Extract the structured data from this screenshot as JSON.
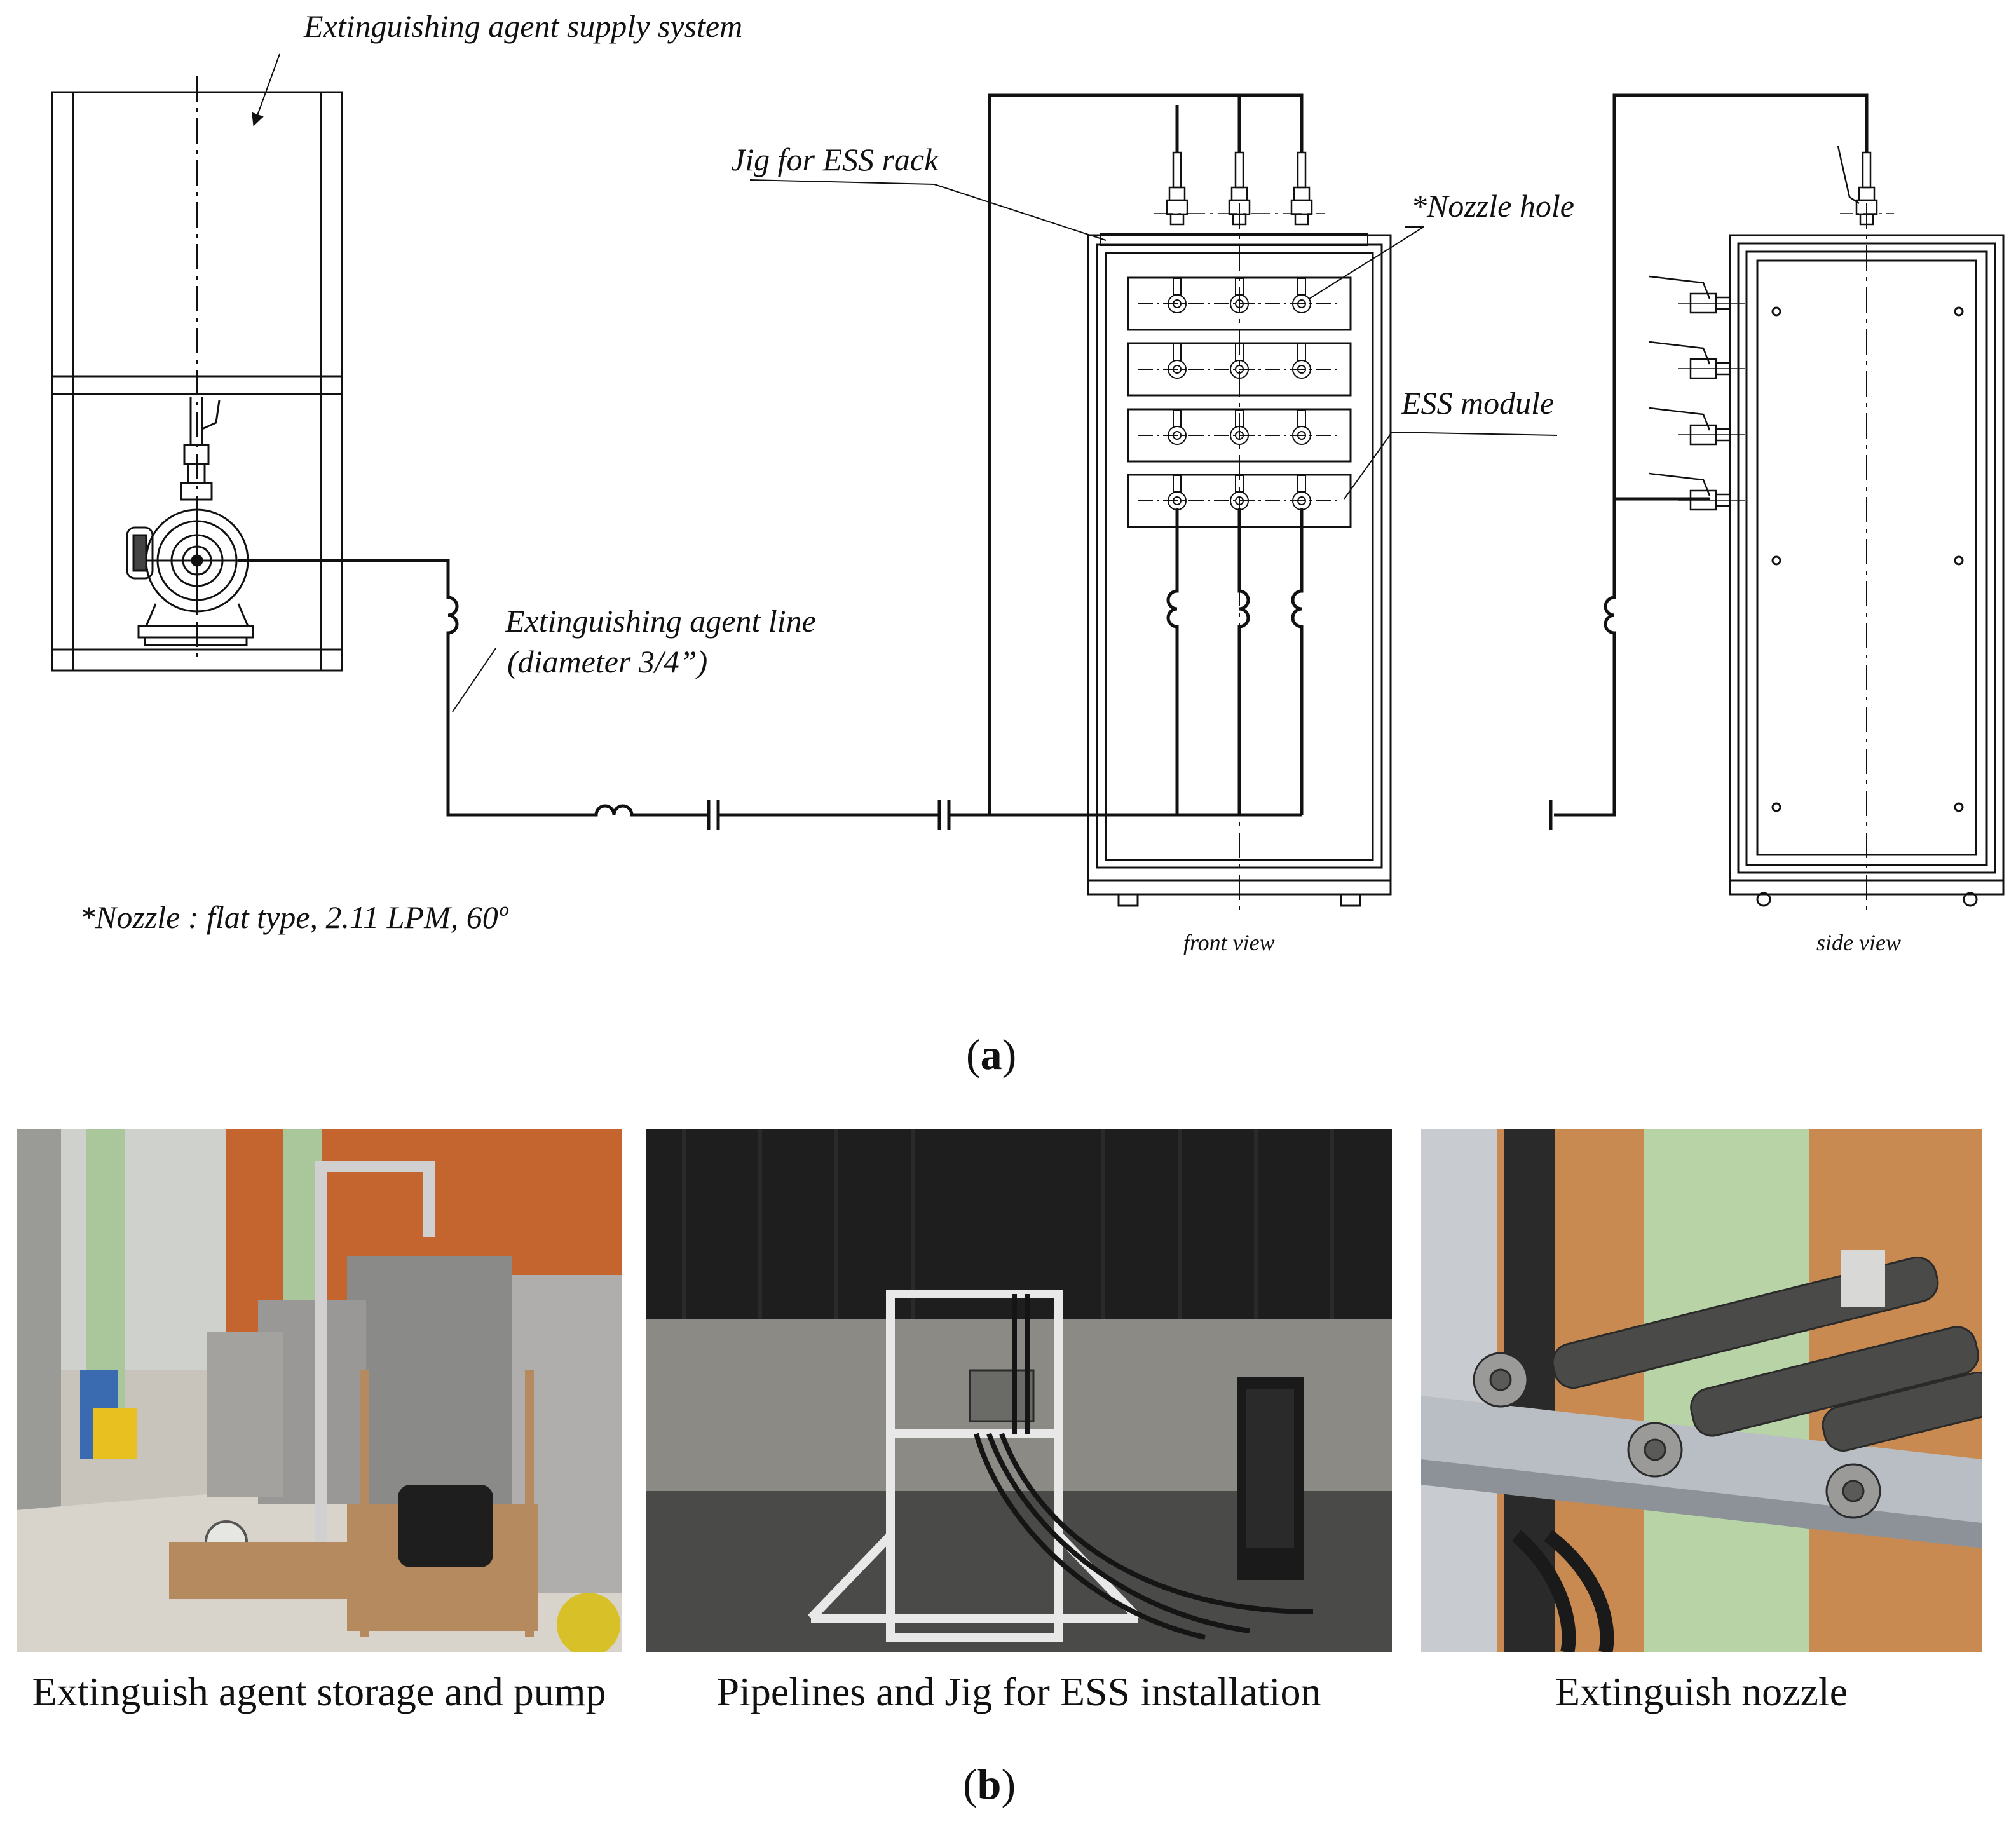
{
  "panel_a": {
    "labels": {
      "supply_system": "Extinguishing agent supply system",
      "jig": "Jig for ESS rack",
      "nozzle_hole": "*Nozzle hole",
      "ess_module": "ESS module",
      "agent_line_1": "Extinguishing agent line",
      "agent_line_2": "(diameter 3/4”)",
      "nozzle_note": "*Nozzle : flat type, 2.11 LPM, 60º",
      "front_view": "front view",
      "side_view": "side view"
    },
    "caption_open": "(",
    "caption_letter": "a",
    "caption_close": ")"
  },
  "panel_b": {
    "photos": [
      {
        "caption": "Extinguish agent storage and pump"
      },
      {
        "caption": "Pipelines and Jig for ESS installation"
      },
      {
        "caption": "Extinguish nozzle"
      }
    ],
    "caption_open": "(",
    "caption_letter": "b",
    "caption_close": ")"
  }
}
